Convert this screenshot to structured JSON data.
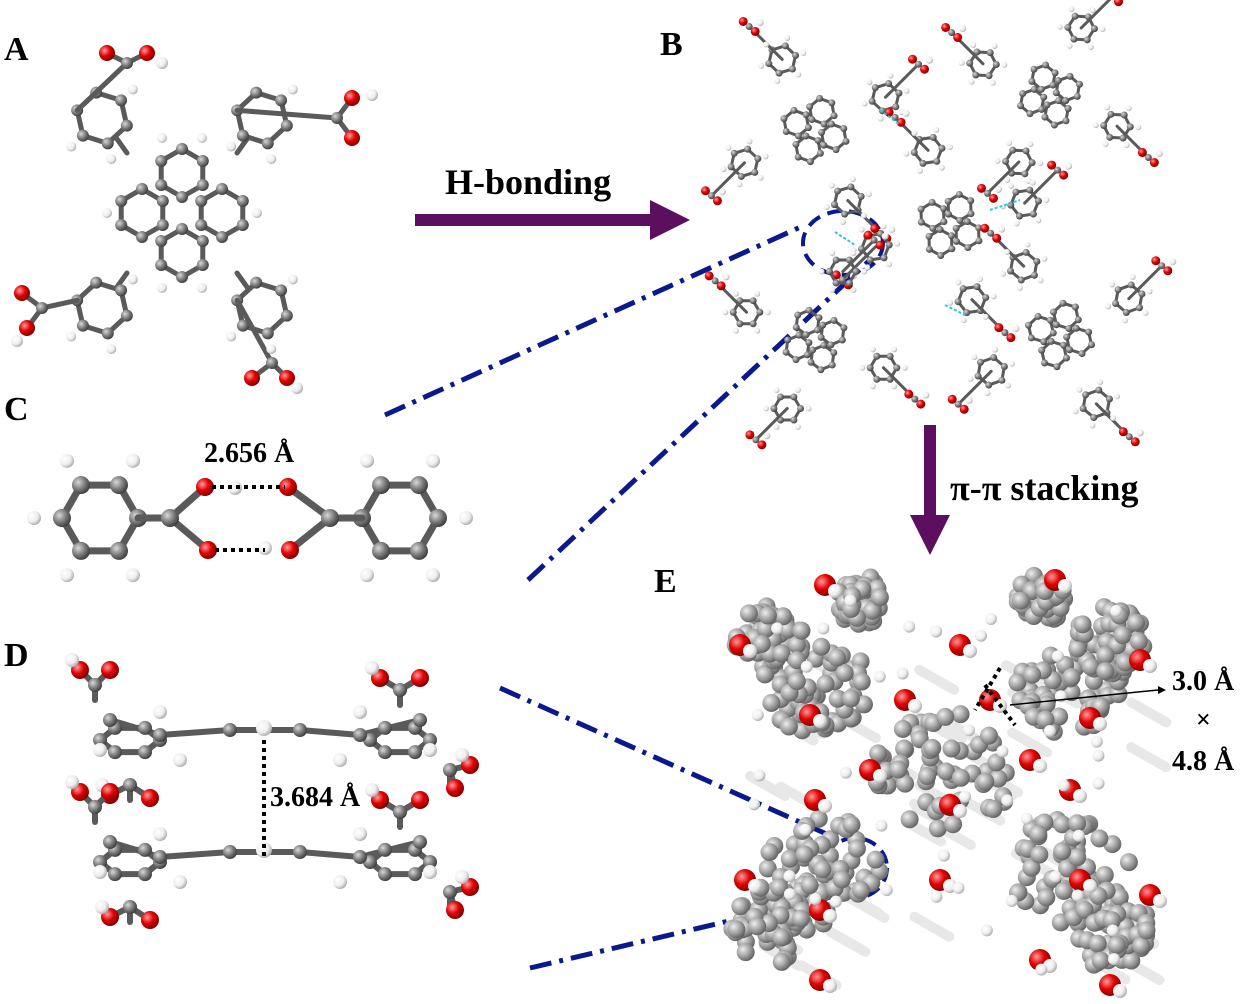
{
  "panels": {
    "a": "A",
    "b": "B",
    "c": "C",
    "d": "D",
    "e": "E"
  },
  "arrows": {
    "horizontal_label": "H-bonding",
    "vertical_label": "π-π stacking",
    "color": "#5b0f5e"
  },
  "measurements": {
    "hbond_distance": "2.656 Å",
    "stack_distance": "3.684 Å",
    "pore_width": "3.0 Å",
    "pore_times": "×",
    "pore_height": "4.8 Å"
  },
  "colors": {
    "carbon": "#808080",
    "oxygen": "#e00000",
    "hydrogen": "#f2f2f2",
    "guide_line": "#0a1a8c"
  }
}
